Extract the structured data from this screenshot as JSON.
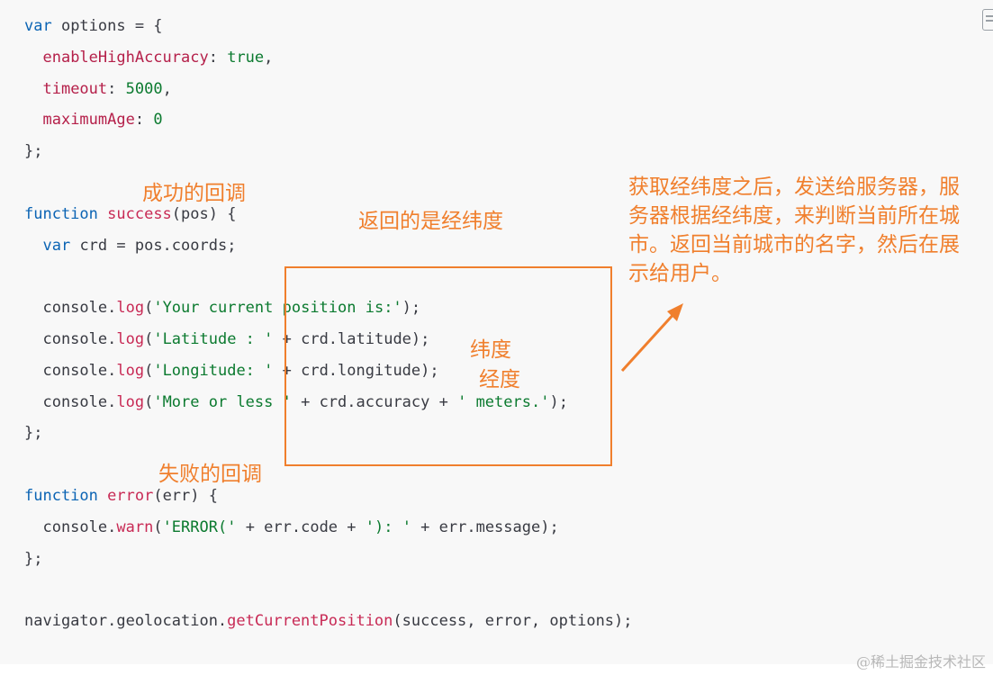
{
  "code": {
    "lines": [
      [
        {
          "t": "var",
          "c": "kw"
        },
        {
          "t": " options = {",
          "c": "punct"
        }
      ],
      [
        {
          "t": "  ",
          "c": "punct"
        },
        {
          "t": "enableHighAccuracy",
          "c": "prop"
        },
        {
          "t": ": ",
          "c": "punct"
        },
        {
          "t": "true",
          "c": "bool"
        },
        {
          "t": ",",
          "c": "punct"
        }
      ],
      [
        {
          "t": "  ",
          "c": "punct"
        },
        {
          "t": "timeout",
          "c": "prop"
        },
        {
          "t": ": ",
          "c": "punct"
        },
        {
          "t": "5000",
          "c": "num"
        },
        {
          "t": ",",
          "c": "punct"
        }
      ],
      [
        {
          "t": "  ",
          "c": "punct"
        },
        {
          "t": "maximumAge",
          "c": "prop"
        },
        {
          "t": ": ",
          "c": "punct"
        },
        {
          "t": "0",
          "c": "num"
        }
      ],
      [
        {
          "t": "};",
          "c": "punct"
        }
      ],
      [],
      [
        {
          "t": "function",
          "c": "kw"
        },
        {
          "t": " ",
          "c": "punct"
        },
        {
          "t": "success",
          "c": "fn"
        },
        {
          "t": "(pos) {",
          "c": "punct"
        }
      ],
      [
        {
          "t": "  ",
          "c": "punct"
        },
        {
          "t": "var",
          "c": "kw"
        },
        {
          "t": " crd = pos.coords;",
          "c": "punct"
        }
      ],
      [],
      [
        {
          "t": "  console.",
          "c": "punct"
        },
        {
          "t": "log",
          "c": "fn"
        },
        {
          "t": "(",
          "c": "punct"
        },
        {
          "t": "'Your current position is:'",
          "c": "str"
        },
        {
          "t": ");",
          "c": "punct"
        }
      ],
      [
        {
          "t": "  console.",
          "c": "punct"
        },
        {
          "t": "log",
          "c": "fn"
        },
        {
          "t": "(",
          "c": "punct"
        },
        {
          "t": "'Latitude : '",
          "c": "str"
        },
        {
          "t": " + crd.latitude);",
          "c": "punct"
        }
      ],
      [
        {
          "t": "  console.",
          "c": "punct"
        },
        {
          "t": "log",
          "c": "fn"
        },
        {
          "t": "(",
          "c": "punct"
        },
        {
          "t": "'Longitude: '",
          "c": "str"
        },
        {
          "t": " + crd.longitude);",
          "c": "punct"
        }
      ],
      [
        {
          "t": "  console.",
          "c": "punct"
        },
        {
          "t": "log",
          "c": "fn"
        },
        {
          "t": "(",
          "c": "punct"
        },
        {
          "t": "'More or less '",
          "c": "str"
        },
        {
          "t": " + crd.accuracy + ",
          "c": "punct"
        },
        {
          "t": "' meters.'",
          "c": "str"
        },
        {
          "t": ");",
          "c": "punct"
        }
      ],
      [
        {
          "t": "};",
          "c": "punct"
        }
      ],
      [],
      [
        {
          "t": "function",
          "c": "kw"
        },
        {
          "t": " ",
          "c": "punct"
        },
        {
          "t": "error",
          "c": "fn"
        },
        {
          "t": "(err) {",
          "c": "punct"
        }
      ],
      [
        {
          "t": "  console.",
          "c": "punct"
        },
        {
          "t": "warn",
          "c": "fn"
        },
        {
          "t": "(",
          "c": "punct"
        },
        {
          "t": "'ERROR('",
          "c": "str"
        },
        {
          "t": " + err.code + ",
          "c": "punct"
        },
        {
          "t": "'): '",
          "c": "str"
        },
        {
          "t": " + err.message);",
          "c": "punct"
        }
      ],
      [
        {
          "t": "};",
          "c": "punct"
        }
      ],
      [],
      [
        {
          "t": "navigator.geolocation.",
          "c": "punct"
        },
        {
          "t": "getCurrentPosition",
          "c": "fn"
        },
        {
          "t": "(success, error, options);",
          "c": "punct"
        }
      ]
    ]
  },
  "annotations": {
    "success_callback": "成功的回调",
    "returns": "返回的是经纬度",
    "latitude": "纬度",
    "longitude": "经度",
    "error_callback": "失败的回调",
    "server_note": "获取经纬度之后，发送给服务器，服务器根据经纬度，来判断当前所在城市。返回当前城市的名字，然后在展示给用户。"
  },
  "watermark": "@稀土掘金技术社区",
  "colors": {
    "annotation": "#f07f2d",
    "keyword": "#0b64b4",
    "function": "#c82a55",
    "string": "#0b7a2f"
  },
  "icons": {
    "copy": "copy-icon"
  }
}
